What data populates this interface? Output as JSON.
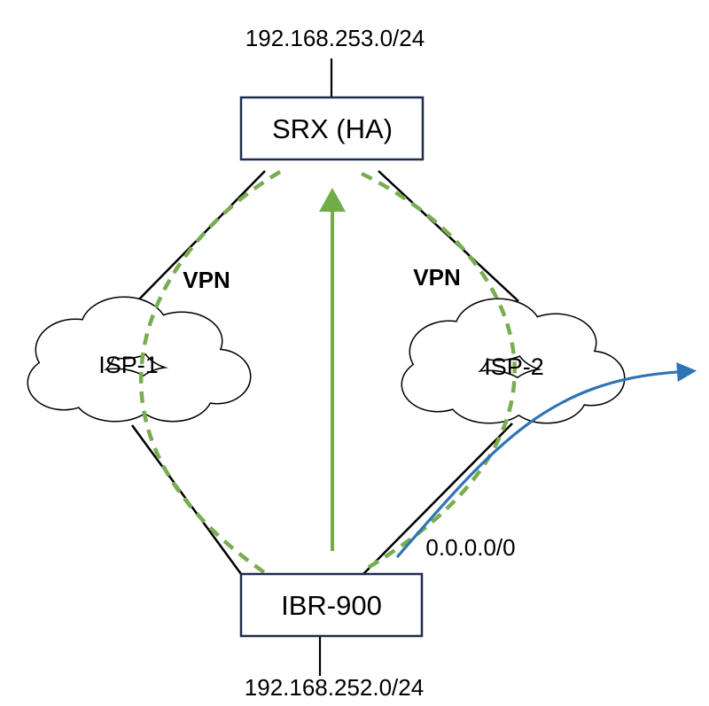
{
  "colors": {
    "text_green": "#538135",
    "vpn_green": "#7aad52",
    "arrow_green": "#70ad47",
    "route_blue": "#2e74b5",
    "node_border": "#1f2c4d",
    "link_black": "#000000",
    "background": "#ffffff"
  },
  "nodes": {
    "srx": {
      "label": "SRX (HA)",
      "subnet": "192.168.253.0/24"
    },
    "ibr900": {
      "label": "IBR-900",
      "subnet": "192.168.252.0/24"
    },
    "isp1": {
      "label": "ISP-1"
    },
    "isp2": {
      "label": "ISP-2"
    }
  },
  "labels": {
    "vpn_left": "VPN",
    "vpn_right": "VPN",
    "default_route": "0.0.0.0/0"
  }
}
